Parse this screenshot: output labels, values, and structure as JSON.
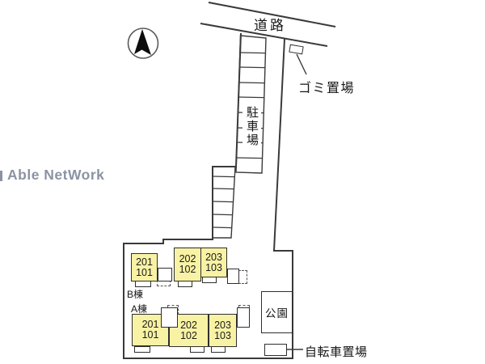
{
  "watermark": {
    "text": "Able NetWork"
  },
  "labels": {
    "road": "道路",
    "parking": "駐車場",
    "garbage": "ゴミ置場",
    "park": "公園",
    "bicycle": "自転車置場"
  },
  "buildings": {
    "b": {
      "name": "B棟",
      "units": [
        {
          "upper": "201",
          "lower": "101"
        },
        {
          "upper": "202",
          "lower": "102"
        },
        {
          "upper": "203",
          "lower": "103"
        }
      ]
    },
    "a": {
      "name": "A棟",
      "units": [
        {
          "upper": "201",
          "lower": "101"
        },
        {
          "upper": "202",
          "lower": "102"
        },
        {
          "upper": "203",
          "lower": "103"
        }
      ]
    }
  },
  "parking": {
    "upper_spaces": 9,
    "lower_spaces": 6
  },
  "colors": {
    "unit_fill": "#f8f2a4",
    "line": "#3a3a3a",
    "watermark": "#8b93a3"
  }
}
